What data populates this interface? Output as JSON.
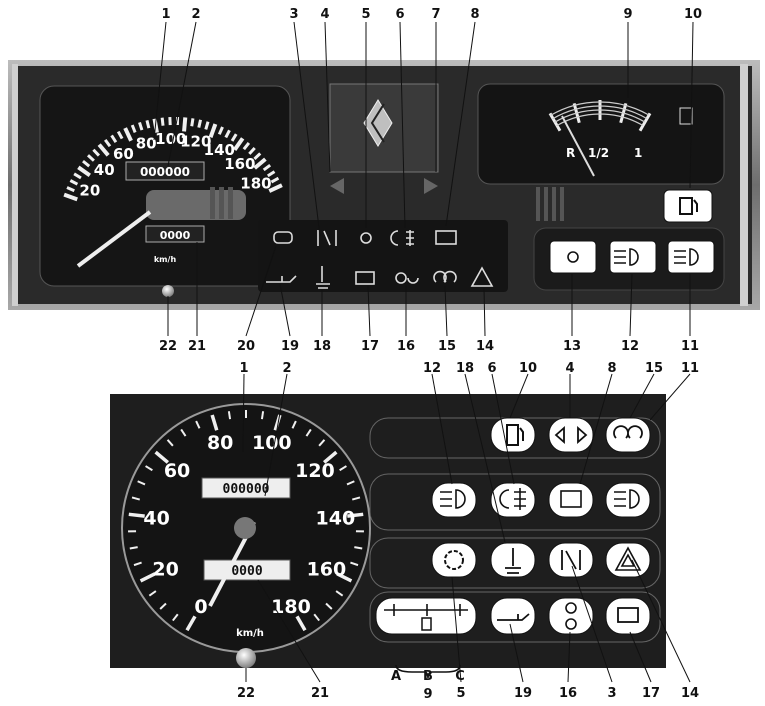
{
  "top_callouts": [
    "1",
    "2",
    "3",
    "4",
    "5",
    "6",
    "7",
    "8",
    "9",
    "10"
  ],
  "top_bottom_callouts": [
    "22",
    "21",
    "20",
    "19",
    "18",
    "17",
    "16",
    "15",
    "14",
    "13",
    "12",
    "11"
  ],
  "bottom_top_callouts": [
    "1",
    "2",
    "12",
    "18",
    "6",
    "10",
    "4",
    "8",
    "15",
    "11"
  ],
  "bottom_bottom_callouts": [
    "22",
    "21",
    "5",
    "19",
    "16",
    "3",
    "17",
    "14"
  ],
  "fuel_letters": [
    "A",
    "B",
    "C"
  ],
  "fuel_group_number": "9",
  "top_speedo": {
    "scale": [
      "20",
      "40",
      "60",
      "80",
      "100",
      "120",
      "140",
      "160",
      "180"
    ],
    "odometer": "000000",
    "trip": "0000",
    "unit": "km/h"
  },
  "top_fuel": {
    "labels": [
      "R",
      "1/2",
      "1"
    ]
  },
  "bottom_speedo": {
    "scale": [
      "0",
      "20",
      "40",
      "60",
      "80",
      "100",
      "120",
      "140",
      "160",
      "180"
    ],
    "odometer": "000000",
    "trip": "0000",
    "unit": "km/h"
  },
  "icons": [
    "brake-pad-icon",
    "seatbelt-icon",
    "sidelight-icon",
    "rear-fog-icon",
    "rear-demist-icon",
    "oil-pressure-icon",
    "coolant-temp-icon",
    "battery-icon",
    "brake-icon",
    "glow-plug-icon",
    "hazard-icon",
    "fuel-icon",
    "direction-indicator-icon",
    "dipped-beam-icon",
    "main-beam-icon"
  ],
  "colors": {
    "panel": "#1d1d1d",
    "chrome": "#8c8c8c",
    "ink": "#111111",
    "white": "#f2f2f2"
  }
}
